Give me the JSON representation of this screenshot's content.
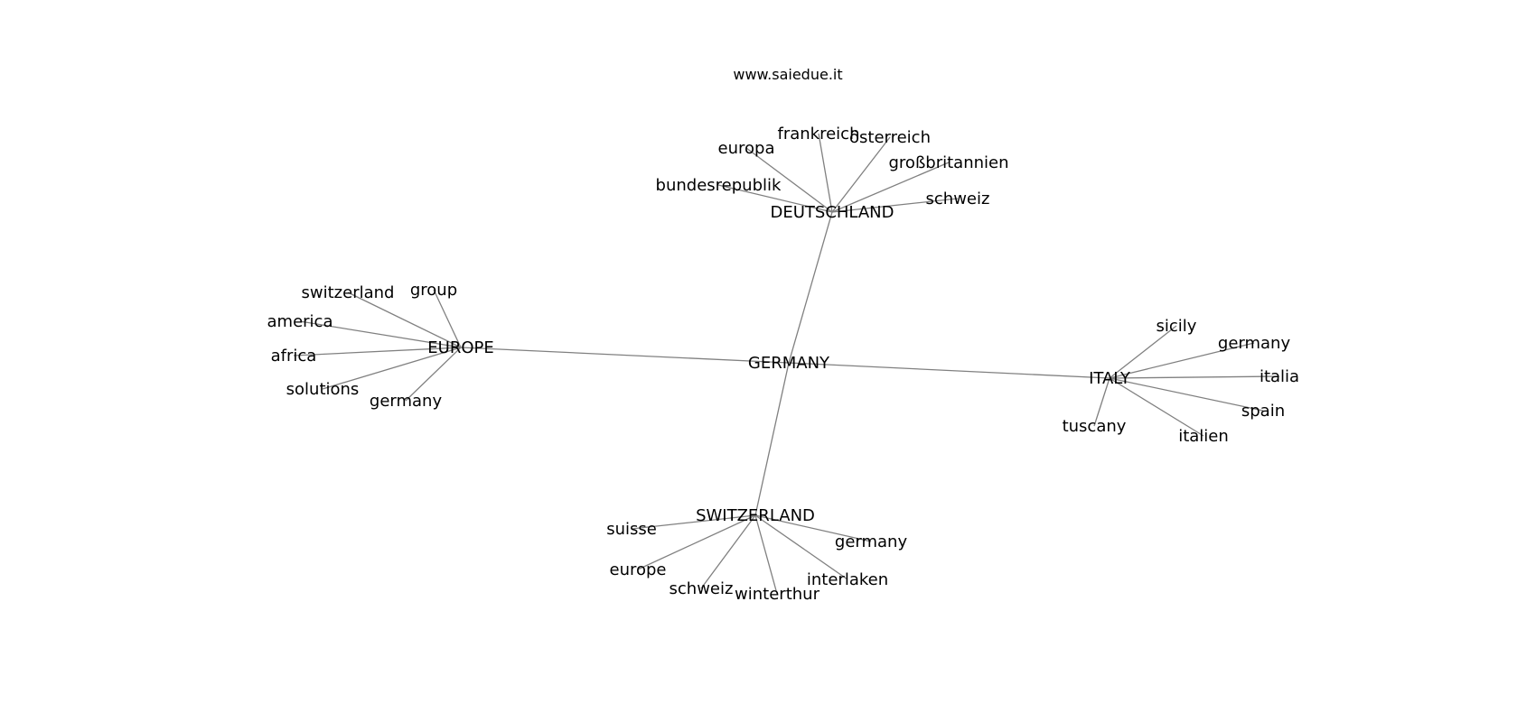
{
  "site": "www.saiedue.it",
  "center": "GERMANY",
  "clusters": [
    {
      "hub": "DEUTSCHLAND",
      "leaves": [
        "bundesrepublik",
        "europa",
        "frankreich",
        "österreich",
        "großbritannien",
        "schweiz"
      ]
    },
    {
      "hub": "EUROPE",
      "leaves": [
        "switzerland",
        "group",
        "america",
        "africa",
        "solutions",
        "germany"
      ]
    },
    {
      "hub": "ITALY",
      "leaves": [
        "sicily",
        "germany",
        "italia",
        "spain",
        "italien",
        "tuscany"
      ]
    },
    {
      "hub": "SWITZERLAND",
      "leaves": [
        "suisse",
        "europe",
        "schweiz",
        "winterthur",
        "interlaken",
        "germany"
      ]
    }
  ]
}
